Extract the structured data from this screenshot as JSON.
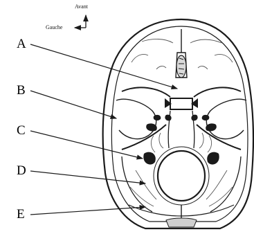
{
  "orientation": {
    "front_label": "Avant",
    "left_label": "Gauche"
  },
  "labels": [
    {
      "id": "A",
      "text": "A"
    },
    {
      "id": "B",
      "text": "B"
    },
    {
      "id": "C",
      "text": "C"
    },
    {
      "id": "D",
      "text": "D"
    },
    {
      "id": "E",
      "text": "E"
    }
  ],
  "colors": {
    "ink": "#1a1a1a",
    "background": "#ffffff"
  }
}
